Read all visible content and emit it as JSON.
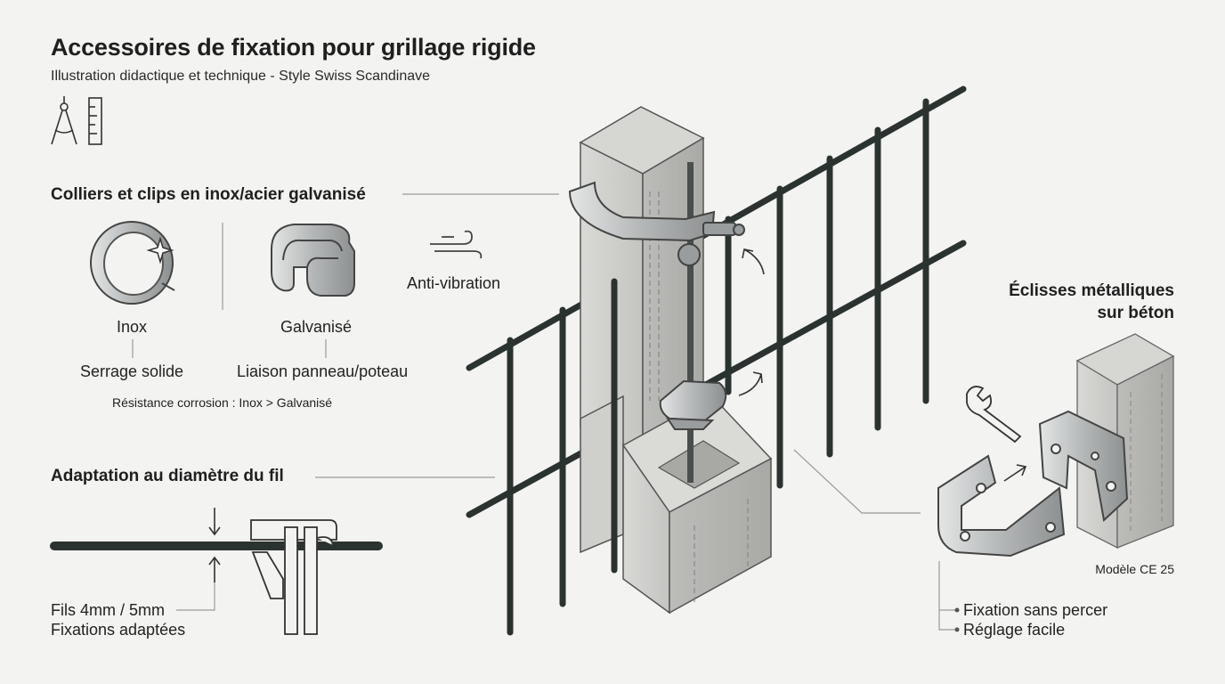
{
  "header": {
    "title": "Accessoires de fixation pour grillage rigide",
    "subtitle": "Illustration didactique et technique - Style Swiss Scandinave",
    "icon": "compass-ruler-icon"
  },
  "clips_section": {
    "heading": "Colliers et clips en inox/acier galvanisé",
    "inox_label": "Inox",
    "inox_benefit": "Serrage solide",
    "galva_label": "Galvanisé",
    "galva_benefit": "Liaison panneau/poteau",
    "corrosion_note": "Résistance corrosion : Inox > Galvanisé",
    "anti_vibration": "Anti-vibration"
  },
  "wire_section": {
    "heading": "Adaptation au diamètre du fil",
    "line1": "Fils 4mm / 5mm",
    "line2": "Fixations adaptées"
  },
  "eclisse_section": {
    "heading_line1": "Éclisses métalliques",
    "heading_line2": "sur béton",
    "model": "Modèle CE 25",
    "feature1": "Fixation sans percer",
    "feature2": "Réglage facile"
  },
  "colors": {
    "wire": "#2b3330",
    "concrete": "#cfcfcc",
    "metal": "#b9bcbc",
    "text": "#1f1f1f"
  }
}
